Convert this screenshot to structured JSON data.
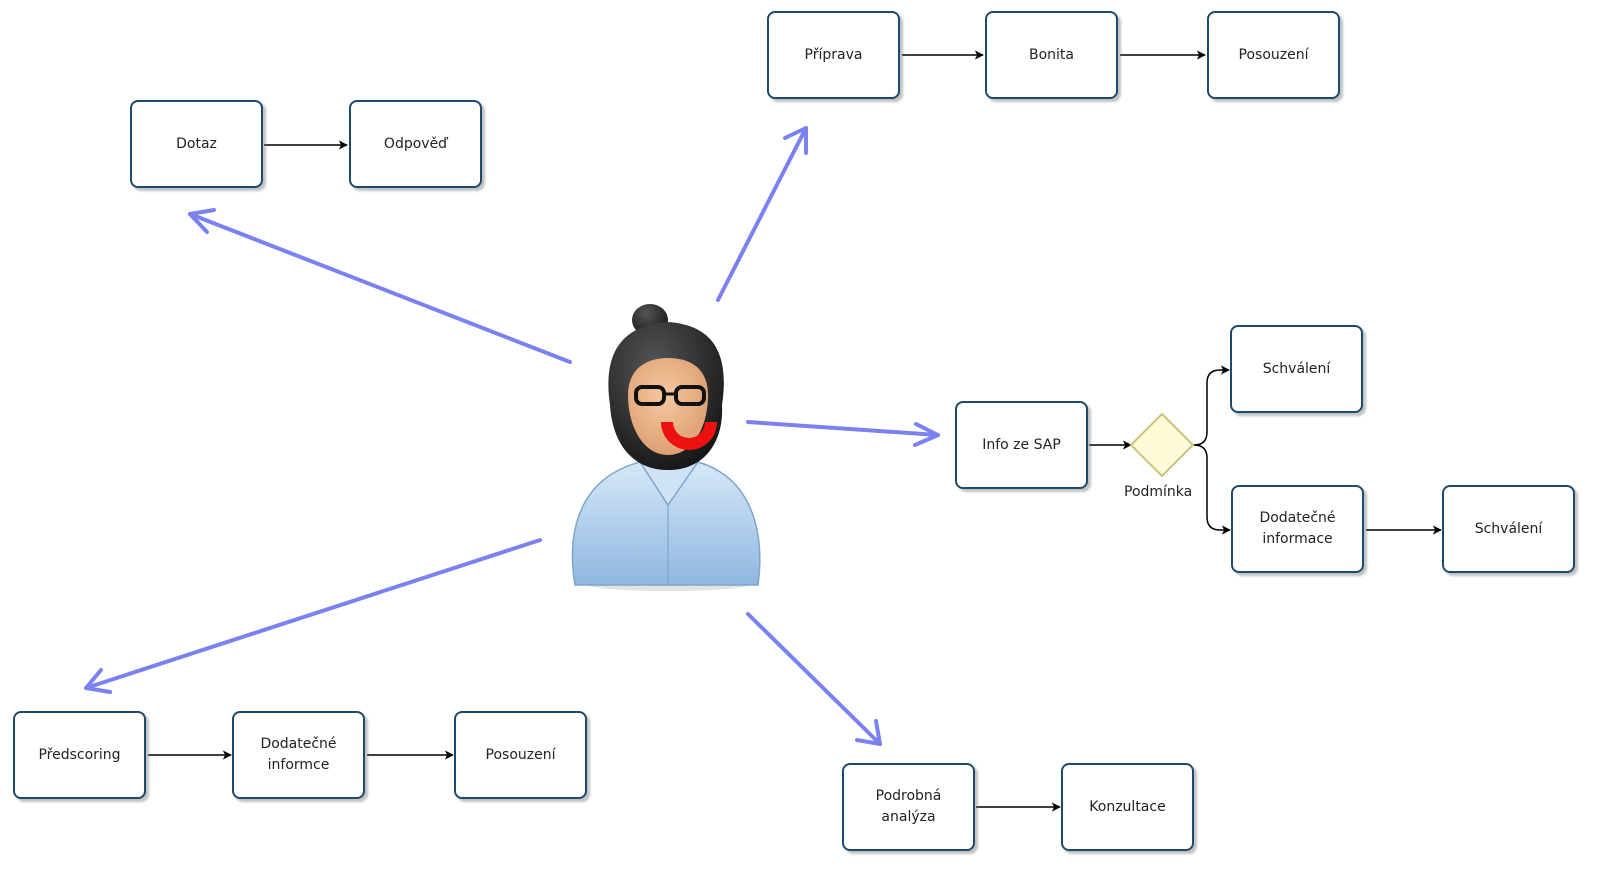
{
  "process_groups": {
    "top_left": {
      "tasks": [
        "Dotaz",
        "Odpověď"
      ]
    },
    "top": {
      "tasks": [
        "Příprava",
        "Bonita",
        "Posouzení"
      ]
    },
    "right": {
      "tasks": [
        "Info ze SAP",
        "Schválení",
        "Dodatečné\ninformace",
        "Schválení"
      ],
      "gateway_label": "Podmínka"
    },
    "bottom_left": {
      "tasks": [
        "Předscoring",
        "Dodatečné\ninformce",
        "Posouzení"
      ]
    },
    "bottom": {
      "tasks": [
        "Podrobná\nanalýza",
        "Konzultace"
      ]
    }
  },
  "colors": {
    "arrow": "#7b82f0",
    "task_border": "#1f4a6b",
    "gateway_fill": "#fdfbd8",
    "gateway_border": "#c9c47a",
    "smile": "#ee1111"
  },
  "center_icon": "user-avatar-icon"
}
